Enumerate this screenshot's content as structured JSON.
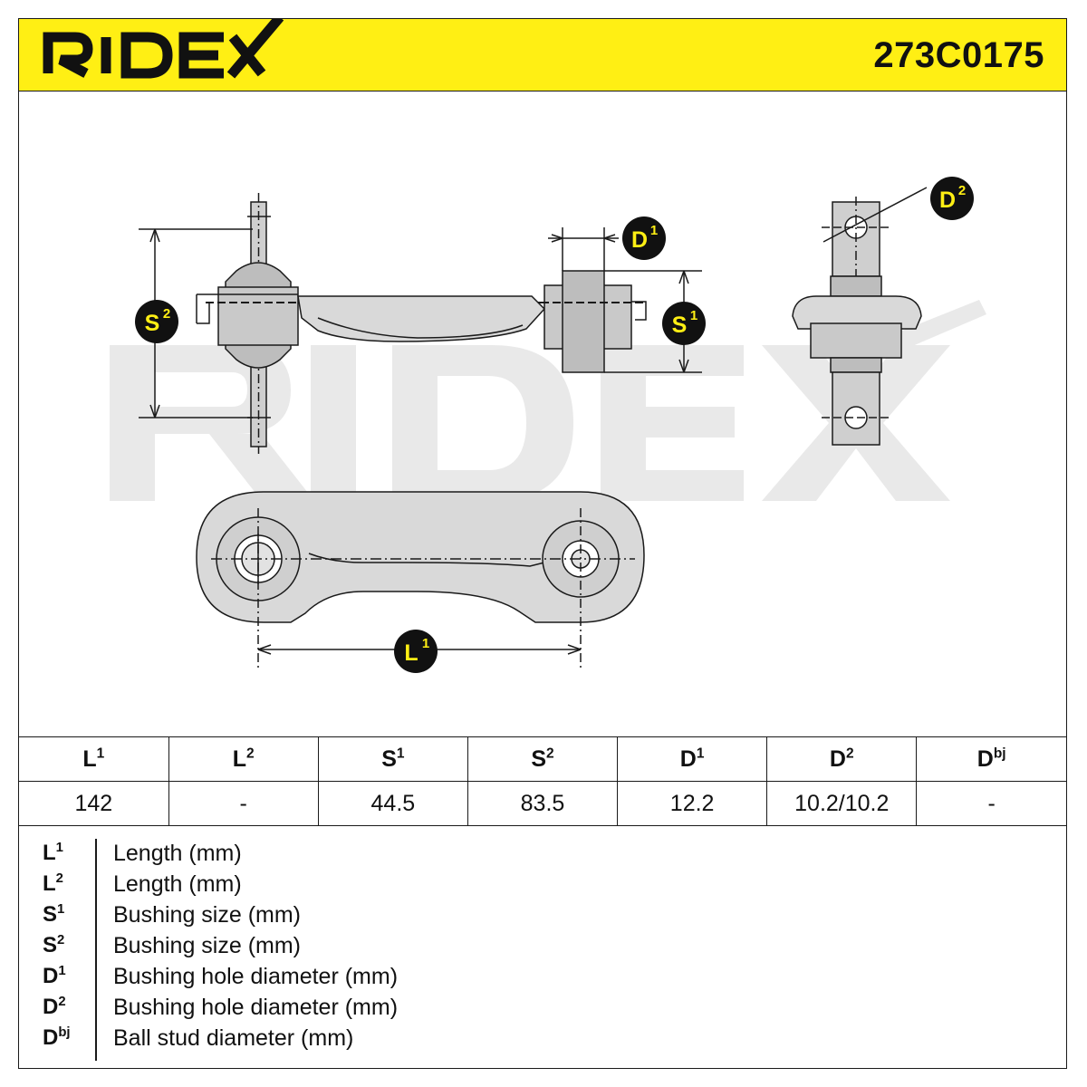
{
  "header": {
    "brand": "RIDEX",
    "part_number": "273C0175",
    "background_color": "#ffef14"
  },
  "drawing": {
    "watermark": "RIDEX",
    "callouts": {
      "s2": {
        "base": "S",
        "sup": "2"
      },
      "d1": {
        "base": "D",
        "sup": "1"
      },
      "s1": {
        "base": "S",
        "sup": "1"
      },
      "d2": {
        "base": "D",
        "sup": "2"
      },
      "l1": {
        "base": "L",
        "sup": "1"
      }
    }
  },
  "spec_table": {
    "columns": [
      {
        "base": "L",
        "sup": "1",
        "value": "142"
      },
      {
        "base": "L",
        "sup": "2",
        "value": "-"
      },
      {
        "base": "S",
        "sup": "1",
        "value": "44.5"
      },
      {
        "base": "S",
        "sup": "2",
        "value": "83.5"
      },
      {
        "base": "D",
        "sup": "1",
        "value": "12.2"
      },
      {
        "base": "D",
        "sup": "2",
        "value": "10.2/10.2"
      },
      {
        "base": "D",
        "sup": "bj",
        "value": "-"
      }
    ]
  },
  "legend": [
    {
      "base": "L",
      "sup": "1",
      "desc": "Length (mm)"
    },
    {
      "base": "L",
      "sup": "2",
      "desc": "Length (mm)"
    },
    {
      "base": "S",
      "sup": "1",
      "desc": "Bushing size (mm)"
    },
    {
      "base": "S",
      "sup": "2",
      "desc": "Bushing size (mm)"
    },
    {
      "base": "D",
      "sup": "1",
      "desc": "Bushing hole diameter (mm)"
    },
    {
      "base": "D",
      "sup": "2",
      "desc": "Bushing hole diameter (mm)"
    },
    {
      "base": "D",
      "sup": "bj",
      "desc": "Ball stud diameter (mm)"
    }
  ]
}
